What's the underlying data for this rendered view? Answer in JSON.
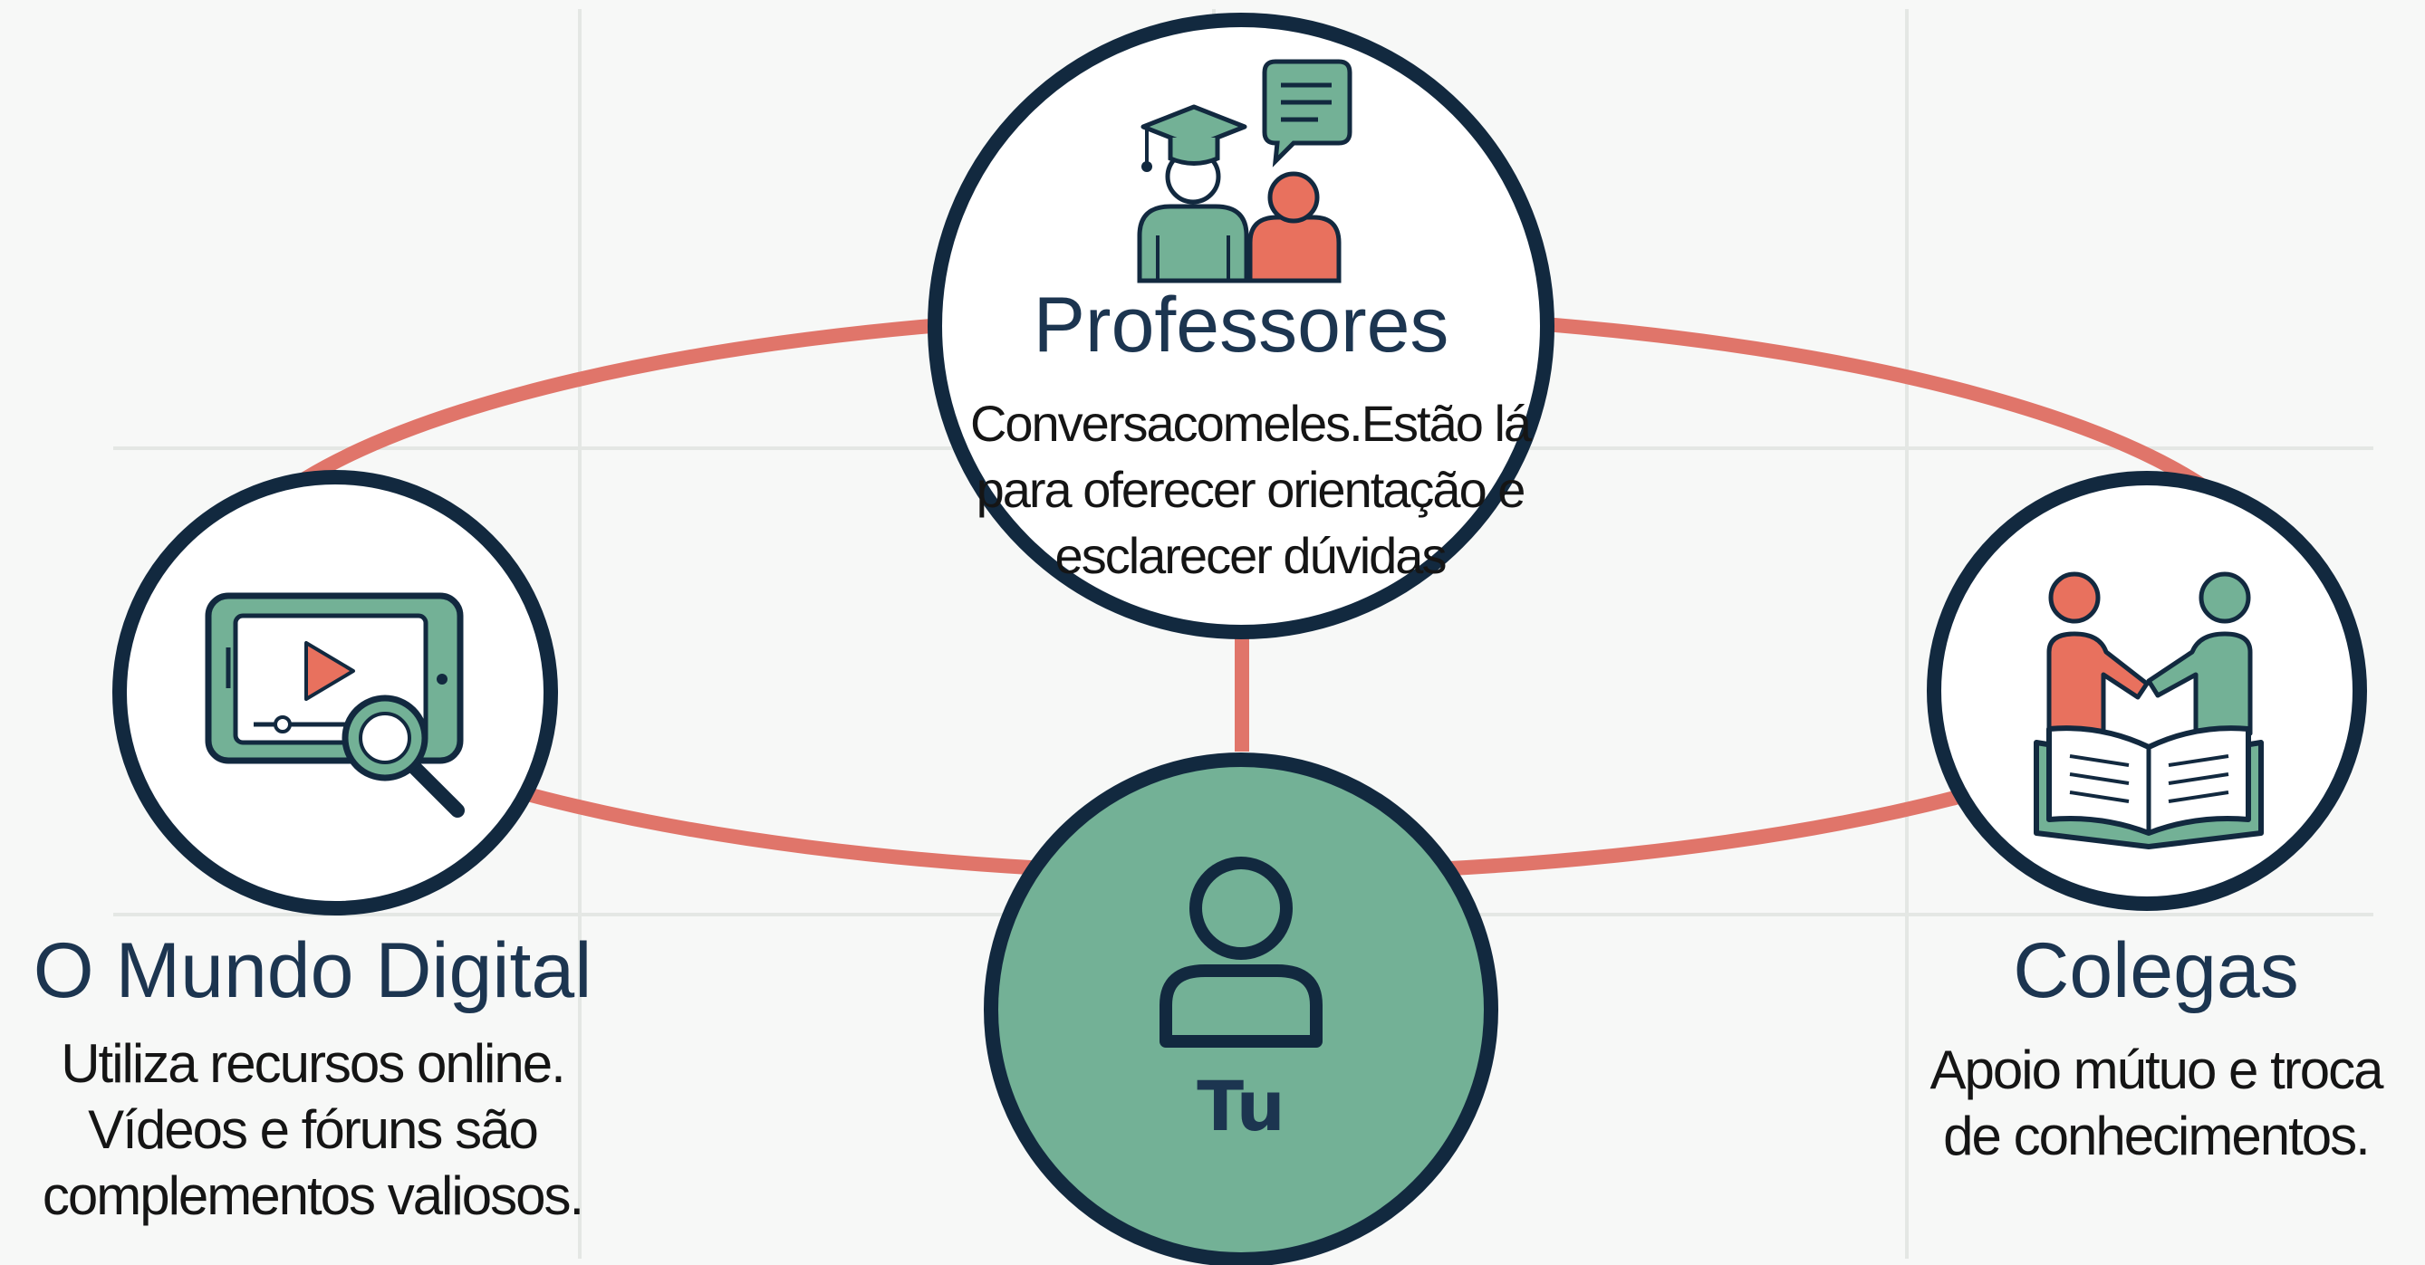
{
  "colors": {
    "ring": "#e0756a",
    "outline": "#12293f",
    "green": "#73b196",
    "coral": "#e8715e",
    "title": "#1c3550",
    "text": "#151515"
  },
  "nodes": {
    "professores": {
      "title": "Professores",
      "desc_lines": [
        "Conversacomeles.Estão lá",
        "para oferecer orientação e",
        "esclarecer dúvidas"
      ],
      "icon": "teacher-student-chat-icon"
    },
    "mundo_digital": {
      "title": "O Mundo Digital",
      "desc_lines": [
        "Utiliza recursos online.",
        "Vídeos e fóruns são",
        "complementos valiosos."
      ],
      "icon": "tablet-video-search-icon"
    },
    "colegas": {
      "title": "Colegas",
      "desc_lines": [
        "Apoio mútuo e troca",
        "de conhecimentos."
      ],
      "icon": "peers-handshake-book-icon"
    },
    "tu": {
      "label": "Tu",
      "icon": "user-icon"
    }
  }
}
